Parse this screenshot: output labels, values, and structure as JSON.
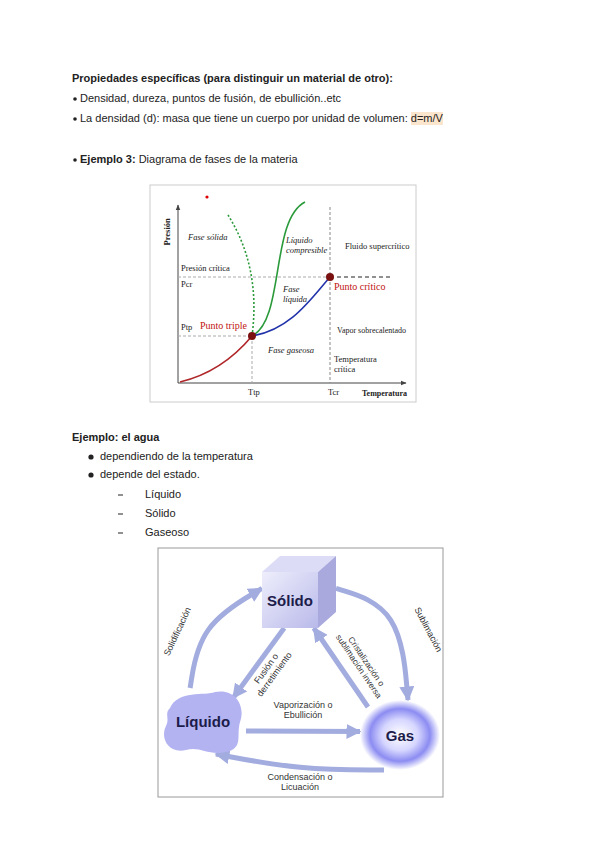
{
  "diagram": {
    "nodes": [
      {
        "text": [
          "Sólido"
        ]
      },
      {
        "text": [
          "Líquido"
        ]
      },
      {
        "text": [
          "Gas"
        ]
      }
    ],
    "edges": [
      {
        "from": 0,
        "to": 2,
        "arrow": "to",
        "label": "Sublimación"
      },
      {
        "from": 2,
        "to": 0,
        "arrow": "to",
        "label": "Cristalización o sublimación inversa"
      },
      {
        "from": 1,
        "to": 0,
        "arrow": "to",
        "label": "Solidificación"
      },
      {
        "from": 0,
        "to": 1,
        "arrow": "to",
        "label": "Fusión o derretimiento"
      },
      {
        "from": 1,
        "to": 2,
        "arrow": "to",
        "label": "Vaporización o Ebullición"
      },
      {
        "from": 2,
        "to": 1,
        "arrow": "to",
        "label": "Condensación o Licuación"
      }
    ],
    "labels": [
      "Propiedades específicas (para distinguir un material de otro):",
      "Densidad, dureza, puntos de fusión, de ebullición..etc",
      "La densidad (d): masa que tiene un cuerpo por unidad de volumen:",
      "d=m/V",
      "Ejemplo 3:",
      "Diagrama de fases de la materia",
      "Presión",
      "Fase sólida",
      "Líquido compresible",
      "Fluido supercrítico",
      "Presión crítica",
      "Pcr",
      "Fase líquida",
      "Punto crítico",
      "Vapor sobrecalentado",
      "Ptp",
      "Punto triple",
      "Fase gaseosa",
      "Temperatura crítica",
      "Ttp",
      "Tcr",
      "Temperatura",
      "Ejemplo: el agua",
      "dependiendo de la temperatura",
      "depende del estado.",
      "Líquido",
      "Sólido",
      "Gaseoso"
    ]
  }
}
